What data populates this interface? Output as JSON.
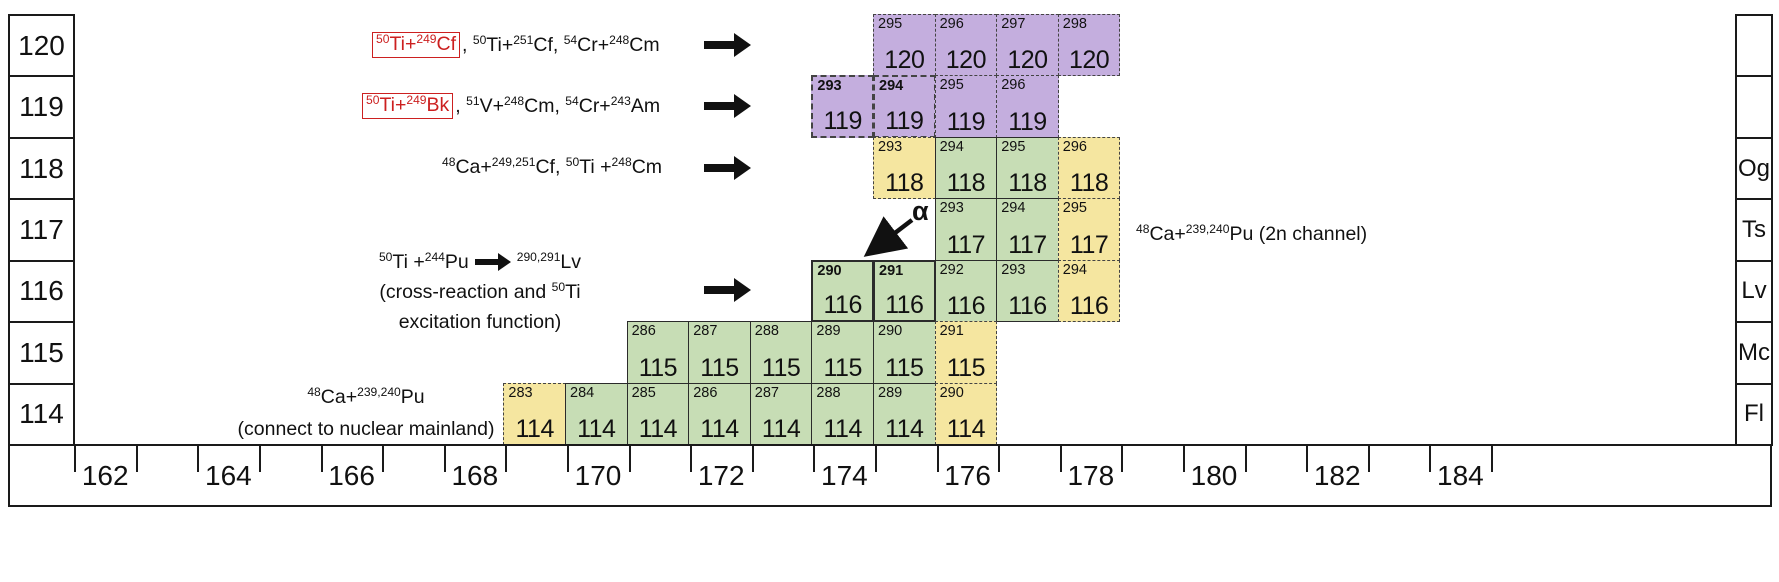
{
  "chart_data": {
    "type": "heatmap",
    "description": "Chart of superheavy nuclides, proton number Z 114-120 versus neutron number N 162-184",
    "z_labels": [
      "120",
      "119",
      "118",
      "117",
      "116",
      "115",
      "114"
    ],
    "n_labels": [
      "162",
      "164",
      "166",
      "168",
      "170",
      "172",
      "174",
      "176",
      "178",
      "180",
      "182",
      "184"
    ],
    "element_symbols": [
      "",
      "",
      "Og",
      "Ts",
      "Lv",
      "Mc",
      "Fl"
    ],
    "colors": {
      "green": "#c7ddb5",
      "yellow": "#f5e6a0",
      "purple": "#c4aede",
      "highlight_red": "#cc2020"
    },
    "cells": [
      {
        "z": 120,
        "n": 175,
        "a": 295,
        "color": "purple",
        "border": "dashed"
      },
      {
        "z": 120,
        "n": 176,
        "a": 296,
        "color": "purple",
        "border": "dashed"
      },
      {
        "z": 120,
        "n": 177,
        "a": 297,
        "color": "purple",
        "border": "dashed"
      },
      {
        "z": 120,
        "n": 178,
        "a": 298,
        "color": "purple",
        "border": "dashed"
      },
      {
        "z": 119,
        "n": 174,
        "a": 293,
        "color": "purple",
        "border": "dashed",
        "em": true
      },
      {
        "z": 119,
        "n": 175,
        "a": 294,
        "color": "purple",
        "border": "dashed",
        "em": true
      },
      {
        "z": 119,
        "n": 176,
        "a": 295,
        "color": "purple",
        "border": "dashed"
      },
      {
        "z": 119,
        "n": 177,
        "a": 296,
        "color": "purple",
        "border": "dashed"
      },
      {
        "z": 118,
        "n": 175,
        "a": 293,
        "color": "yellow",
        "border": "dashed"
      },
      {
        "z": 118,
        "n": 176,
        "a": 294,
        "color": "green",
        "border": "solid"
      },
      {
        "z": 118,
        "n": 177,
        "a": 295,
        "color": "green",
        "border": "solid"
      },
      {
        "z": 118,
        "n": 178,
        "a": 296,
        "color": "yellow",
        "border": "dashed"
      },
      {
        "z": 117,
        "n": 176,
        "a": 293,
        "color": "green",
        "border": "solid"
      },
      {
        "z": 117,
        "n": 177,
        "a": 294,
        "color": "green",
        "border": "solid"
      },
      {
        "z": 117,
        "n": 178,
        "a": 295,
        "color": "yellow",
        "border": "dashed"
      },
      {
        "z": 116,
        "n": 174,
        "a": 290,
        "color": "green",
        "border": "solid",
        "em": true
      },
      {
        "z": 116,
        "n": 175,
        "a": 291,
        "color": "green",
        "border": "solid",
        "em": true
      },
      {
        "z": 116,
        "n": 176,
        "a": 292,
        "color": "green",
        "border": "solid"
      },
      {
        "z": 116,
        "n": 177,
        "a": 293,
        "color": "green",
        "border": "solid"
      },
      {
        "z": 116,
        "n": 178,
        "a": 294,
        "color": "yellow",
        "border": "dashed"
      },
      {
        "z": 115,
        "n": 171,
        "a": 286,
        "color": "green",
        "border": "solid"
      },
      {
        "z": 115,
        "n": 172,
        "a": 287,
        "color": "green",
        "border": "solid"
      },
      {
        "z": 115,
        "n": 173,
        "a": 288,
        "color": "green",
        "border": "solid"
      },
      {
        "z": 115,
        "n": 174,
        "a": 289,
        "color": "green",
        "border": "solid"
      },
      {
        "z": 115,
        "n": 175,
        "a": 290,
        "color": "green",
        "border": "solid"
      },
      {
        "z": 115,
        "n": 176,
        "a": 291,
        "color": "yellow",
        "border": "dashed"
      },
      {
        "z": 114,
        "n": 169,
        "a": 283,
        "color": "yellow",
        "border": "dashed"
      },
      {
        "z": 114,
        "n": 170,
        "a": 284,
        "color": "green",
        "border": "solid"
      },
      {
        "z": 114,
        "n": 171,
        "a": 285,
        "color": "green",
        "border": "solid"
      },
      {
        "z": 114,
        "n": 172,
        "a": 286,
        "color": "green",
        "border": "solid"
      },
      {
        "z": 114,
        "n": 173,
        "a": 287,
        "color": "green",
        "border": "solid"
      },
      {
        "z": 114,
        "n": 174,
        "a": 288,
        "color": "green",
        "border": "solid"
      },
      {
        "z": 114,
        "n": 175,
        "a": 289,
        "color": "green",
        "border": "solid"
      },
      {
        "z": 114,
        "n": 176,
        "a": 290,
        "color": "yellow",
        "border": "dashed"
      }
    ]
  },
  "annotations": {
    "r120_boxed": [
      [
        "s",
        "50"
      ],
      [
        "t",
        "Ti+"
      ],
      [
        "s",
        "249"
      ],
      [
        "t",
        "Cf"
      ]
    ],
    "r120_rest": [
      [
        "t",
        ", "
      ],
      [
        "s",
        "50"
      ],
      [
        "t",
        "Ti+"
      ],
      [
        "s",
        "251"
      ],
      [
        "t",
        "Cf, "
      ],
      [
        "s",
        "54"
      ],
      [
        "t",
        "Cr+"
      ],
      [
        "s",
        "248"
      ],
      [
        "t",
        "Cm"
      ]
    ],
    "r119_boxed": [
      [
        "s",
        "50"
      ],
      [
        "t",
        "Ti+"
      ],
      [
        "s",
        "249"
      ],
      [
        "t",
        "Bk"
      ]
    ],
    "r119_rest": [
      [
        "t",
        ", "
      ],
      [
        "s",
        "51"
      ],
      [
        "t",
        "V+"
      ],
      [
        "s",
        "248"
      ],
      [
        "t",
        "Cm, "
      ],
      [
        "s",
        "54"
      ],
      [
        "t",
        "Cr+"
      ],
      [
        "s",
        "243"
      ],
      [
        "t",
        "Am"
      ]
    ],
    "r118": [
      [
        "s",
        "48"
      ],
      [
        "t",
        "Ca+"
      ],
      [
        "s",
        "249,251"
      ],
      [
        "t",
        "Cf, "
      ],
      [
        "s",
        "50"
      ],
      [
        "t",
        "Ti +"
      ],
      [
        "s",
        "248"
      ],
      [
        "t",
        "Cm"
      ]
    ],
    "r116_reaction": [
      [
        "s",
        "50"
      ],
      [
        "t",
        "Ti +"
      ],
      [
        "s",
        "244"
      ],
      [
        "t",
        "Pu"
      ]
    ],
    "r116_product": [
      [
        "s",
        "290,291"
      ],
      [
        "t",
        "Lv"
      ]
    ],
    "r116_line2": [
      [
        "t",
        "(cross-reaction and "
      ],
      [
        "s",
        "50"
      ],
      [
        "t",
        "Ti"
      ]
    ],
    "r116_line3": [
      [
        "t",
        "excitation function)"
      ]
    ],
    "r114_line1": [
      [
        "s",
        "48"
      ],
      [
        "t",
        "Ca+"
      ],
      [
        "s",
        "239,240"
      ],
      [
        "t",
        "Pu"
      ]
    ],
    "r114_line2": [
      [
        "t",
        "(connect to nuclear mainland)"
      ]
    ],
    "r117": [
      [
        "s",
        "48"
      ],
      [
        "t",
        "Ca+"
      ],
      [
        "s",
        "239,240"
      ],
      [
        "t",
        "Pu (2n channel)"
      ]
    ],
    "alpha_label": "α"
  }
}
